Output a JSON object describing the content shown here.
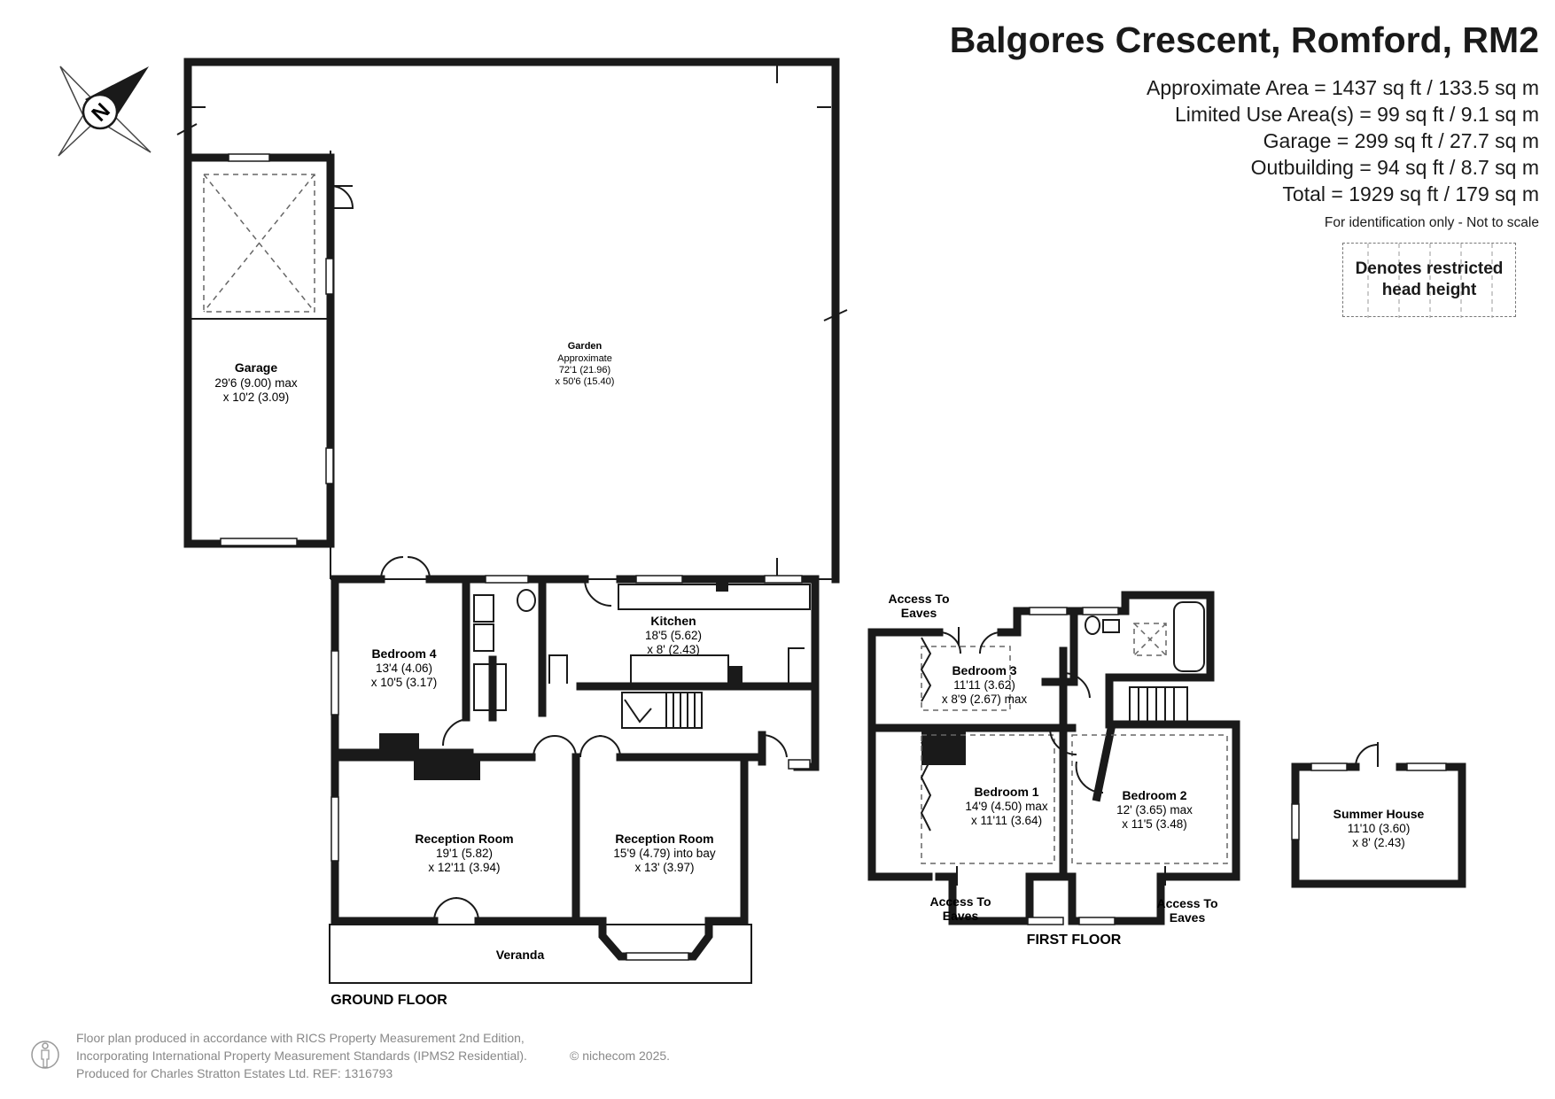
{
  "header": {
    "title": "Balgores Crescent, Romford, RM2",
    "areas": [
      "Approximate Area = 1437 sq ft / 133.5 sq m",
      "Limited Use Area(s) = 99 sq ft / 9.1 sq m",
      "Garage = 299 sq ft / 27.7 sq m",
      "Outbuilding = 94 sq ft / 8.7 sq m",
      "Total = 1929 sq ft / 179 sq m"
    ],
    "note": "For identification only - Not to scale"
  },
  "legend": {
    "line1": "Denotes restricted",
    "line2": "head height"
  },
  "compass": {
    "letter": "N"
  },
  "ground_floor": {
    "label": "GROUND FLOOR",
    "garden": {
      "name": "Garden",
      "line1": "Approximate",
      "line2": "72'1 (21.96)",
      "line3": "x 50'6 (15.40)"
    },
    "garage": {
      "name": "Garage",
      "line1": "29'6 (9.00) max",
      "line2": "x 10'2 (3.09)"
    },
    "kitchen": {
      "name": "Kitchen",
      "line1": "18'5 (5.62)",
      "line2": "x 8' (2.43)"
    },
    "bedroom4": {
      "name": "Bedroom 4",
      "line1": "13'4 (4.06)",
      "line2": "x 10'5 (3.17)"
    },
    "reception1": {
      "name": "Reception Room",
      "line1": "19'1 (5.82)",
      "line2": "x 12'11 (3.94)"
    },
    "reception2": {
      "name": "Reception Room",
      "line1": "15'9 (4.79) into bay",
      "line2": "x 13' (3.97)"
    },
    "veranda": {
      "name": "Veranda"
    }
  },
  "first_floor": {
    "label": "FIRST FLOOR",
    "bedroom3": {
      "name": "Bedroom 3",
      "line1": "11'11 (3.62)",
      "line2": "x 8'9 (2.67) max"
    },
    "bedroom1": {
      "name": "Bedroom 1",
      "line1": "14'9 (4.50) max",
      "line2": "x 11'11 (3.64)"
    },
    "bedroom2": {
      "name": "Bedroom 2",
      "line1": "12' (3.65) max",
      "line2": "x 11'5 (3.48)"
    },
    "eaves_top": {
      "line1": "Access To",
      "line2": "Eaves"
    },
    "eaves_left": {
      "line1": "Access To",
      "line2": "Eaves"
    },
    "eaves_right": {
      "line1": "Access To",
      "line2": "Eaves"
    }
  },
  "outbuilding": {
    "summer_house": {
      "name": "Summer House",
      "line1": "11'10 (3.60)",
      "line2": "x 8' (2.43)"
    }
  },
  "footer": {
    "line1": "Floor plan produced in accordance with RICS Property Measurement 2nd Edition,",
    "line2": "Incorporating International Property Measurement Standards (IPMS2 Residential).",
    "copyright": "© nichecom 2025.",
    "line3": "Produced for Charles Stratton Estates Ltd.   REF: 1316793"
  }
}
